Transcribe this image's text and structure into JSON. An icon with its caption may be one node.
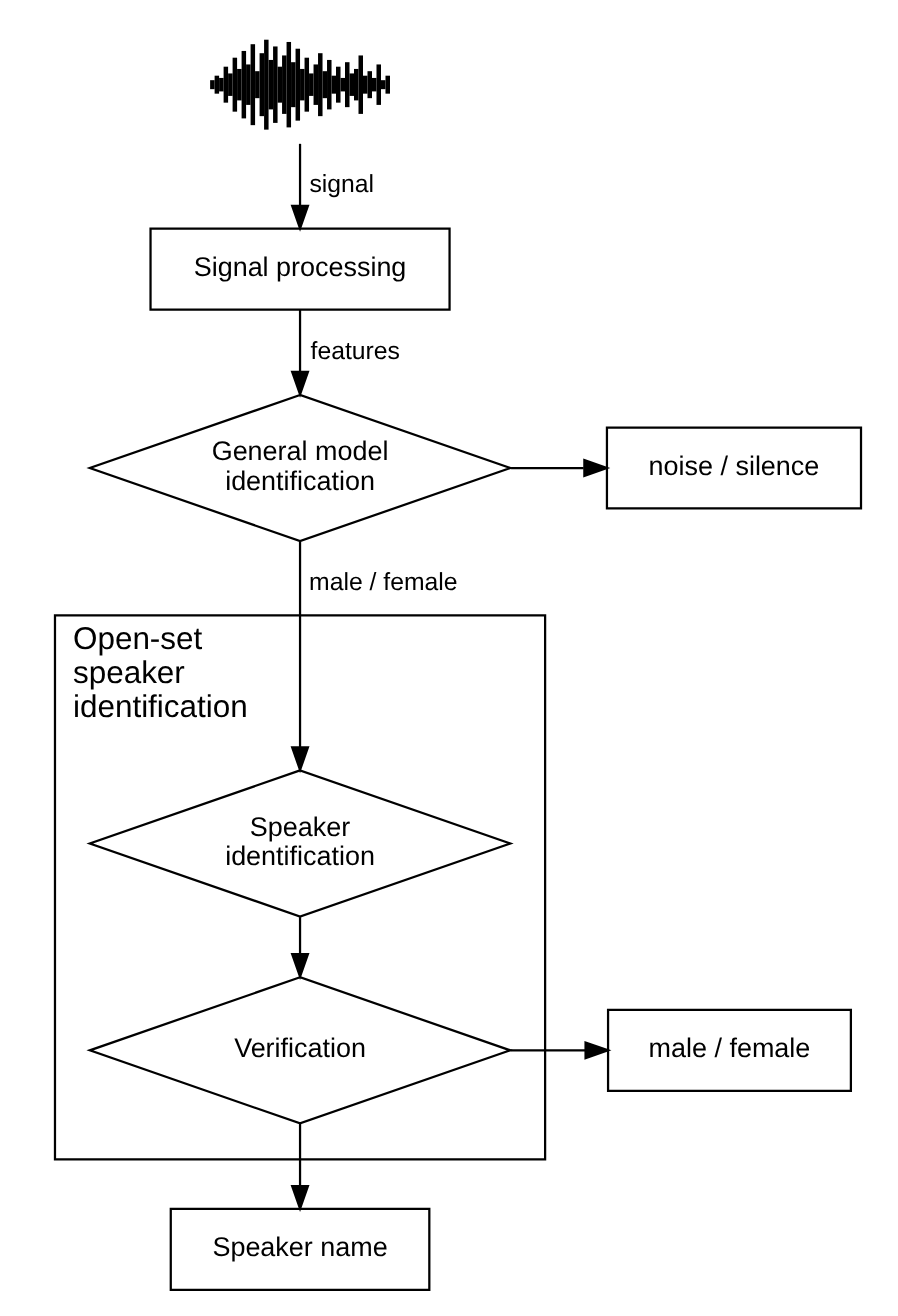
{
  "diagram": {
    "nodes": [
      {
        "text": [],
        "shape": "picture"
      },
      {
        "text": [
          "Signal processing"
        ]
      },
      {
        "text": [
          "General model identification"
        ]
      },
      {
        "text": [
          "noise / silence"
        ]
      },
      {
        "text": [
          "Open-set speaker identification"
        ]
      },
      {
        "text": [
          "Speaker identification"
        ],
        "in": 4
      },
      {
        "text": [
          "Verification"
        ],
        "in": 4
      },
      {
        "text": [
          "male / female"
        ]
      },
      {
        "text": [
          "Speaker name"
        ]
      }
    ],
    "edges": [
      {
        "from": 0,
        "to": 1,
        "arrow": "to",
        "label": "signal"
      },
      {
        "from": 1,
        "to": 2,
        "arrow": "to",
        "label": "features"
      },
      {
        "from": 2,
        "to": 3,
        "arrow": "to"
      },
      {
        "from": 2,
        "to": 5,
        "arrow": "to",
        "label": "male / female"
      },
      {
        "from": 5,
        "to": 6,
        "arrow": "to"
      },
      {
        "from": 6,
        "to": 7,
        "arrow": "to"
      },
      {
        "from": 6,
        "to": 8,
        "arrow": "to"
      }
    ]
  }
}
